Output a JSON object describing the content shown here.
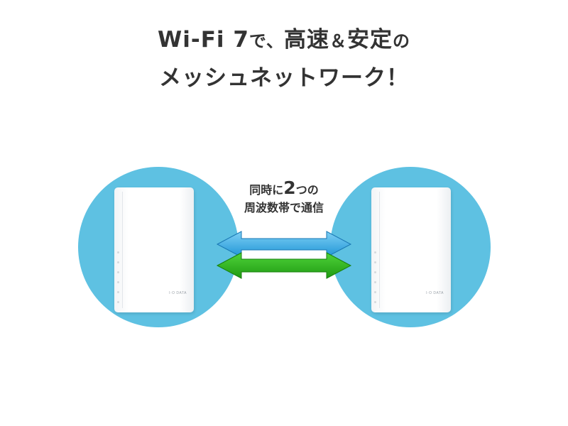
{
  "headline": {
    "line1": {
      "a": "Wi-Fi 7",
      "b": "で、",
      "c": "高速",
      "d": "＆",
      "e": "安定",
      "f": "の"
    },
    "line2": "メッシュネットワーク！"
  },
  "routers": {
    "left": {
      "logo": "I·O DATA"
    },
    "right": {
      "logo": "I·O DATA"
    }
  },
  "comm": {
    "line1": {
      "a": "同時に",
      "b": "2",
      "c": "つの"
    },
    "line2": "周波数帯で通信"
  },
  "colors": {
    "circle": "#5ec1e2",
    "arrow_blue": "#3aa7e0",
    "arrow_green": "#2eb51e",
    "text": "#333333"
  }
}
